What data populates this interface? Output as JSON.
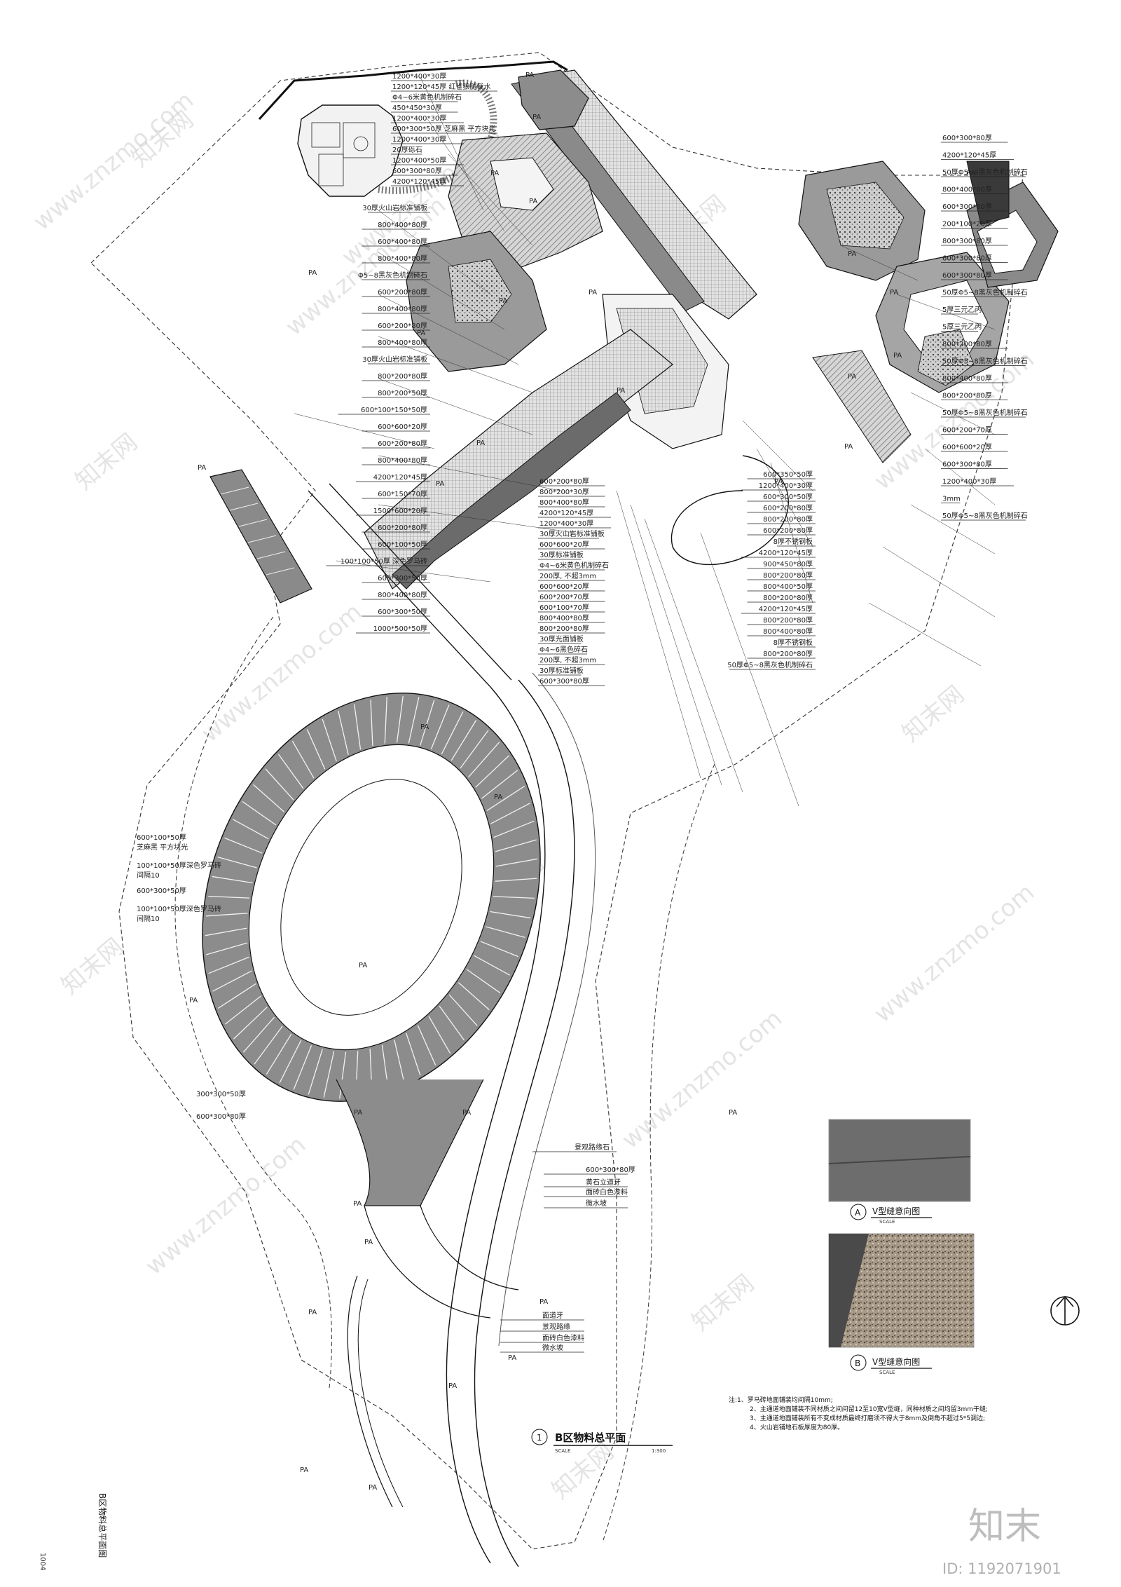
{
  "area_label": "PA",
  "plan_title": {
    "number": "1",
    "text": "B区物料总平面",
    "scale_word": "SCALE",
    "scale": "1:300"
  },
  "sheet_code": "1004",
  "sheet_title": "B区物料总平面图",
  "watermark": {
    "url": "www.znzmo.com",
    "brand": "知末网",
    "logo": "知末",
    "id_text": "ID: 1192071901"
  },
  "details": [
    {
      "letter": "A",
      "title": "V型缝意向图",
      "scale_word": "SCALE"
    },
    {
      "letter": "B",
      "title": "V型缝意向图",
      "scale_word": "SCALE"
    }
  ],
  "notes": [
    "注:1、罗马砖地面铺装均间隔10mm;",
    "2、主通道地面铺装不同材质之间间留12至10宽V型缝，同种材质之间均留3mm干缝;",
    "3、主通道地面铺装所有不变成材质最终打磨须不得大于8mm及倒角不超过5*5调边;",
    "4、火山岩铺地石板厚度为80厚。"
  ],
  "callouts_top": [
    "1200*400*30厚",
    "1200*120*45厚 红雀狼腿裁水",
    "Φ4~6米黄色机制碎石",
    "450*450*30厚",
    "1200*400*30厚",
    "600*300*50厚 芝麻黑 平方块光",
    "1200*400*30厚",
    "20厚砾石",
    "1200*400*50厚",
    "600*300*80厚",
    "4200*120*45厚"
  ],
  "callouts_left": [
    "30厚火山岩标准铺板",
    "800*400*80厚",
    "600*400*80厚",
    "800*400*80厚",
    "Φ5~8黑灰色机制碎石",
    "600*200*80厚",
    "800*400*80厚",
    "600*200*80厚",
    "800*400*80厚",
    "30厚火山岩标准铺板",
    "800*200*80厚",
    "800*200*50厚",
    "600*100*150*50厚",
    "600*600*20厚",
    "600*200*80厚",
    "800*400*80厚",
    "4200*120*45厚",
    "600*150*70厚",
    "1500*600*20厚",
    "600*200*80厚",
    "600*100*50厚",
    "100*100*50厚 深色罗马砖",
    "600*300*50厚",
    "800*400*80厚",
    "600*300*50厚",
    "1000*500*50厚"
  ],
  "callouts_center": [
    "600*200*80厚",
    "800*200*30厚",
    "800*400*80厚",
    "4200*120*45厚",
    "1200*400*30厚",
    "30厚火山岩标准铺板",
    "600*600*20厚",
    "30厚标准铺板",
    "Φ4~6米黄色机制碎石",
    "200厚, 不超3mm",
    "600*600*20厚",
    "600*200*70厚",
    "600*100*70厚",
    "800*400*80厚",
    "800*200*80厚",
    "30厚光面铺板",
    "Φ4~6黑色碎石",
    "200厚, 不超3mm",
    "30厚标准铺板",
    "600*300*80厚"
  ],
  "callouts_right_mid": [
    "600*350*50厚",
    "1200*400*30厚",
    "600*300*50厚",
    "600*200*80厚",
    "800*200*80厚",
    "600*200*80厚",
    "8厚不锈钢板",
    "4200*120*45厚",
    "900*450*80厚",
    "800*200*80厚",
    "800*400*50厚",
    "800*200*80厚",
    "4200*120*45厚",
    "800*200*80厚",
    "800*400*80厚",
    "8厚不锈钢板",
    "800*200*80厚",
    "50厚Φ5~8黑灰色机制碎石"
  ],
  "callouts_right": [
    "600*300*80厚",
    "4200*120*45厚",
    "50厚Φ5~8黑灰色机制碎石",
    "800*400*80厚",
    "600*300*80厚",
    "200*100*20厚",
    "800*300*80厚",
    "600*300*80厚",
    "600*300*80厚",
    "50厚Φ5~8黑灰色机制碎石",
    "5厚三元乙丙",
    "5厚三元乙丙",
    "800*200*80厚",
    "50厚Φ5~8黑灰色机制碎石",
    "800*400*80厚",
    "800*200*80厚",
    "50厚Φ5~8黑灰色机制碎石",
    "600*200*70厚",
    "600*600*20厚",
    "600*300*80厚",
    "1200*400*30厚",
    "3mm",
    "50厚Φ5~8黑灰色机制碎石"
  ],
  "callouts_ring": [
    "600*100*50厚",
    "芝麻黑 平方块光",
    "100*100*50厚深色罗马砖",
    "间隔10",
    "600*300*50厚",
    "100*100*50厚深色罗马砖",
    "间隔10",
    "300*300*50厚",
    "600*300*80厚"
  ],
  "callouts_road": [
    "景观路缘石",
    "600*300*80厚",
    "黄石立道牙",
    "面砖白色漆料",
    "微水坡",
    "面道牙",
    "景观路缘",
    "面砖白色漆料",
    "微水坡"
  ],
  "colors": {
    "paving_dark": "#8a8a8a",
    "paving_mid": "#b5b5b5",
    "line": "#111111",
    "hatch": "#6f6f6f"
  },
  "icons": [
    "north-arrow-icon"
  ]
}
